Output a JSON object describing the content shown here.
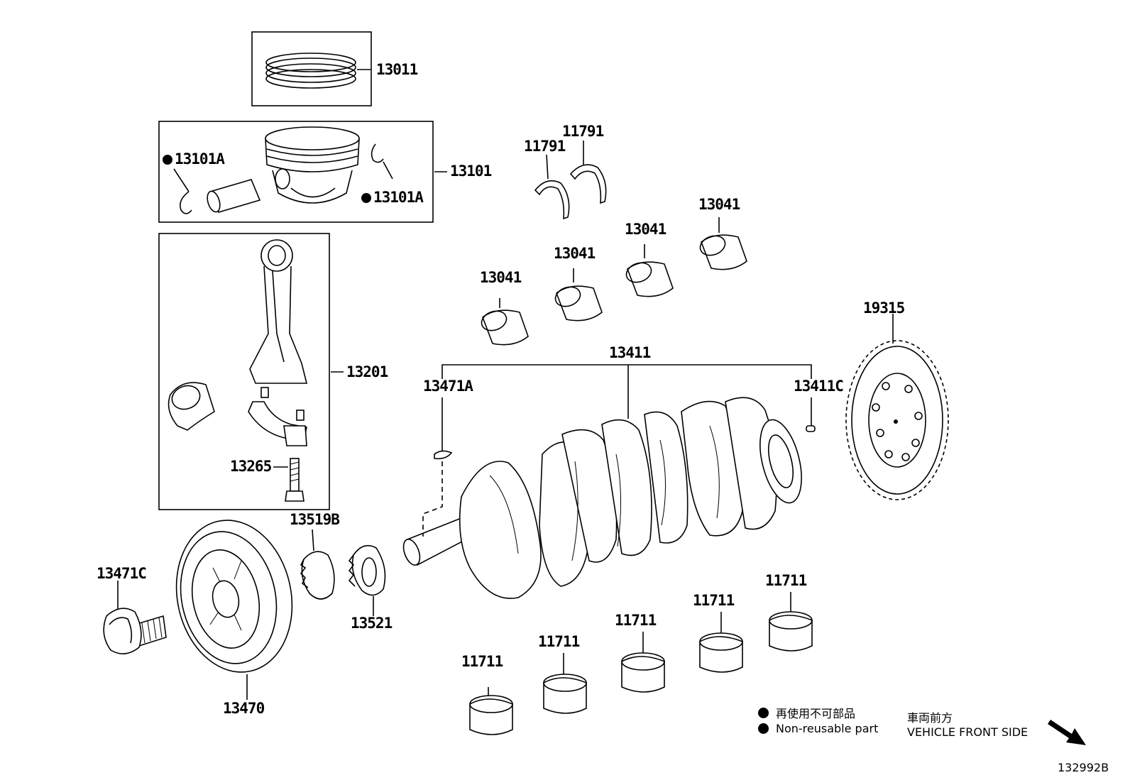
{
  "labels": {
    "piston_ring_set": "13011",
    "piston_sub_assy": "13101",
    "snap_ring_left": "13101A",
    "snap_ring_right": "13101A",
    "connecting_rod_sub_assy": "13201",
    "rod_bolt": "13265",
    "thrust_washer_left": "11791",
    "thrust_washer_right": "11791",
    "rod_bearing_1": "13041",
    "rod_bearing_2": "13041",
    "rod_bearing_3": "13041",
    "rod_bearing_4": "13041",
    "crankshaft": "13411",
    "crank_pin": "13471A",
    "crank_plug": "13411C",
    "signal_plate": "19315",
    "crank_key": "13519B",
    "crank_sprocket": "13521",
    "pulley_bolt": "13471C",
    "crank_pulley": "13470",
    "main_bearing_1": "11711",
    "main_bearing_2": "11711",
    "main_bearing_3": "11711",
    "main_bearing_4": "11711",
    "main_bearing_5": "11711"
  },
  "legend": {
    "non_reusable_jp": "再使用不可部品",
    "non_reusable_en": "Non-reusable part",
    "front_jp": "車両前方",
    "front_en": "VEHICLE FRONT SIDE"
  },
  "document_id": "132992B",
  "colors": {
    "line": "#000000",
    "background": "#ffffff"
  },
  "icons": {
    "non_reusable_marker": "filled-circle-icon",
    "front_direction": "arrow-down-right-icon"
  }
}
